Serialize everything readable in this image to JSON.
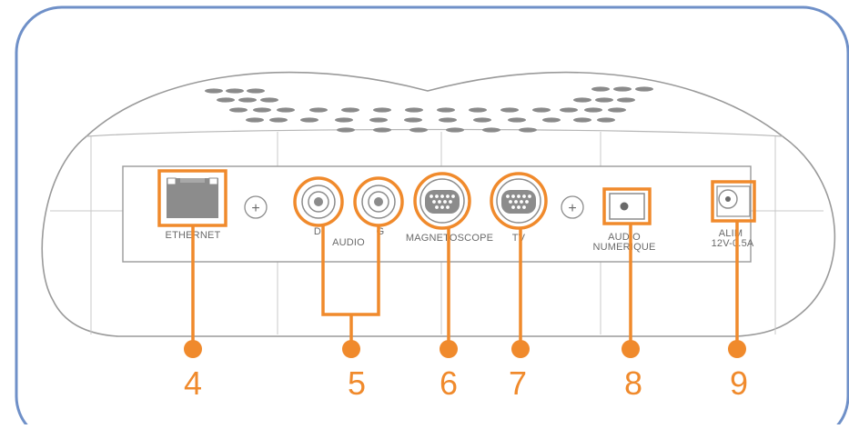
{
  "colors": {
    "frame_border": "#6f90c8",
    "device_outline": "#9a9a9a",
    "callout": "#f08a2c",
    "port_grey": "#8c8c8c",
    "text": "#6a6a6a"
  },
  "ports": {
    "ethernet": "ETHERNET",
    "audio": "AUDIO",
    "audio_right": "D",
    "audio_left": "G",
    "magnetoscope": "MAGNETOSCOPE",
    "tv": "TV",
    "audio_numerique_line1": "AUDIO",
    "audio_numerique_line2": "NUMERIQUE",
    "alim_line1": "ALIM",
    "alim_line2": "12V-0.5A",
    "screw_glyph": "+"
  },
  "callouts": {
    "ethernet": "4",
    "audio": "5",
    "magnetoscope": "6",
    "tv": "7",
    "audio_numerique": "8",
    "alim": "9"
  },
  "vent_grille_icon": "vent-slots"
}
